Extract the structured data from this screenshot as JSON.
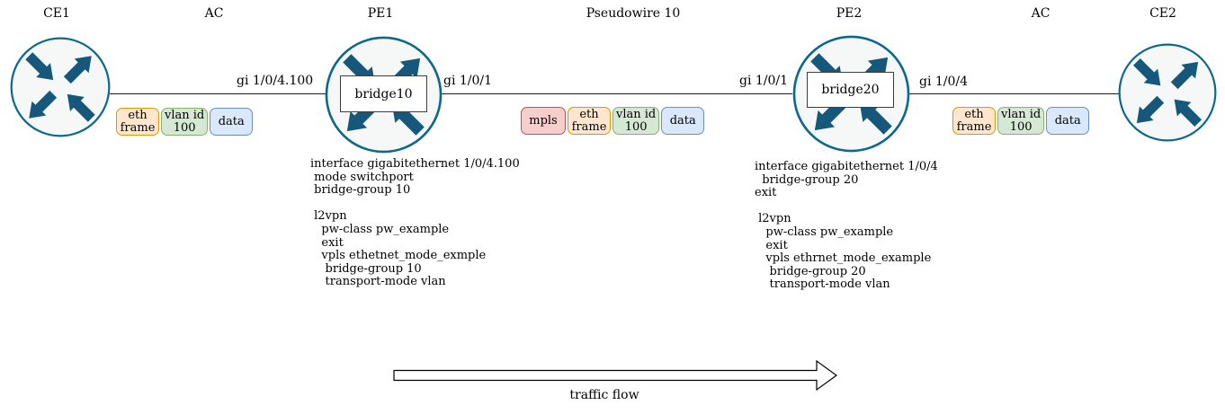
{
  "colors": {
    "router": {
      "fill": "#f6f8f8",
      "stroke": "#0d688c",
      "arrow": "#15587b"
    },
    "link": "#1c1c1c",
    "frame": {
      "orange": {
        "fill": "#ffe6cc",
        "border": "#d79b00"
      },
      "green": {
        "fill": "#d5e8d4",
        "border": "#82b366"
      },
      "blue": {
        "fill": "#dae8fc",
        "border": "#6c8ebf"
      },
      "red": {
        "fill": "#f8cecc",
        "border": "#b85450"
      }
    }
  },
  "nodes": {
    "ce1": {
      "label": "CE1"
    },
    "ac_left": {
      "label": "AC"
    },
    "pe1": {
      "label": "PE1",
      "bridge": "bridge10"
    },
    "pseudowire": {
      "label": "Pseudowire 10"
    },
    "pe2": {
      "label": "PE2",
      "bridge": "bridge20"
    },
    "ac_right": {
      "label": "AC"
    },
    "ce2": {
      "label": "CE2"
    }
  },
  "interfaces": {
    "ce1_pe1": "gi 1/0/4.100",
    "pe1_pw": "gi 1/0/1",
    "pw_pe2": "gi 1/0/1",
    "pe2_ce2": "gi 1/0/4"
  },
  "frames": {
    "ac_left": [
      {
        "label": "eth\nframe",
        "color": "orange"
      },
      {
        "label": "vlan id\n100",
        "color": "green"
      },
      {
        "label": "data",
        "color": "blue"
      }
    ],
    "pseudowire": [
      {
        "label": "mpls",
        "color": "red"
      },
      {
        "label": "eth\nframe",
        "color": "orange"
      },
      {
        "label": "vlan id\n100",
        "color": "green"
      },
      {
        "label": "data",
        "color": "blue"
      }
    ],
    "ac_right": [
      {
        "label": "eth\nframe",
        "color": "orange"
      },
      {
        "label": "vlan id\n100",
        "color": "green"
      },
      {
        "label": "data",
        "color": "blue"
      }
    ]
  },
  "configs": {
    "pe1": "interface gigabitethernet 1/0/4.100\n mode switchport\n bridge-group 10\n\n l2vpn\n   pw-class pw_example\n   exit\n   vpls ethetnet_mode_exmple\n    bridge-group 10\n    transport-mode vlan",
    "pe2": "interface gigabitethernet 1/0/4\n  bridge-group 20\nexit\n\n l2vpn\n   pw-class pw_example\n   exit\n   vpls ethrnet_mode_example\n    bridge-group 20\n    transport-mode vlan"
  },
  "traffic_flow": {
    "label": "traffic flow"
  }
}
